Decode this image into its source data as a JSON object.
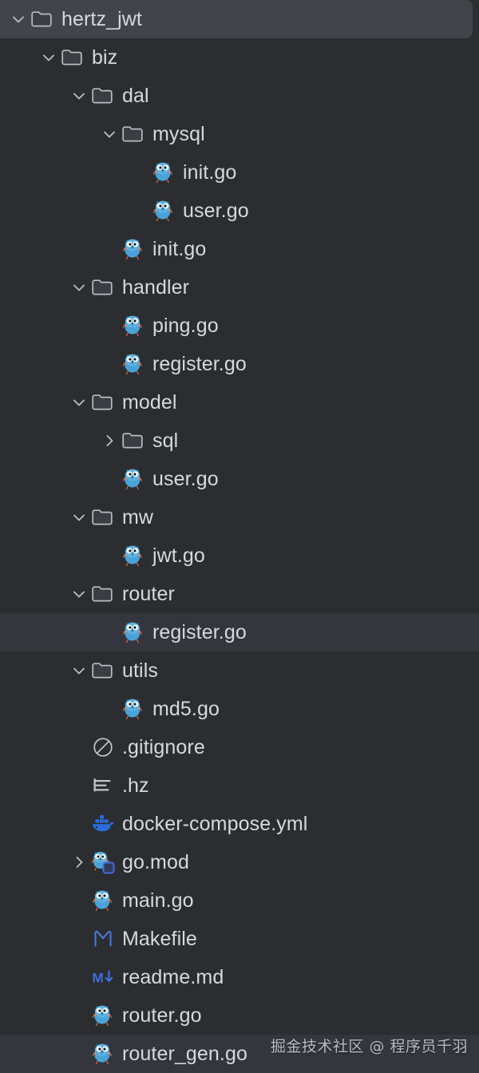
{
  "theme": {
    "background": "#2b2d30",
    "row_selected_top": "#43444b",
    "row_selected": "#34353d",
    "text": "#d6d9de",
    "folder_outline": "#b9bcc2",
    "gopher_blue": "#4aa3d8",
    "docker_blue": "#2b6cdf",
    "markdown_blue": "#3f6fe0",
    "make_blue": "#4a78dd"
  },
  "watermark": "掘金技术社区 @ 程序员千羽",
  "tree": {
    "rows": [
      {
        "label": "hertz_jwt",
        "icon": "folder-icon",
        "chevron": "expanded",
        "depth": 0,
        "state": "highlighted"
      },
      {
        "label": "biz",
        "icon": "folder-icon",
        "chevron": "expanded",
        "depth": 1,
        "state": "normal"
      },
      {
        "label": "dal",
        "icon": "folder-icon",
        "chevron": "expanded",
        "depth": 2,
        "state": "normal"
      },
      {
        "label": "mysql",
        "icon": "folder-icon",
        "chevron": "expanded",
        "depth": 3,
        "state": "normal"
      },
      {
        "label": "init.go",
        "icon": "go-file-icon",
        "chevron": "none",
        "depth": 4,
        "state": "normal"
      },
      {
        "label": "user.go",
        "icon": "go-file-icon",
        "chevron": "none",
        "depth": 4,
        "state": "normal"
      },
      {
        "label": "init.go",
        "icon": "go-file-icon",
        "chevron": "none",
        "depth": 3,
        "state": "normal"
      },
      {
        "label": "handler",
        "icon": "folder-icon",
        "chevron": "expanded",
        "depth": 2,
        "state": "normal"
      },
      {
        "label": "ping.go",
        "icon": "go-file-icon",
        "chevron": "none",
        "depth": 3,
        "state": "normal"
      },
      {
        "label": "register.go",
        "icon": "go-file-icon",
        "chevron": "none",
        "depth": 3,
        "state": "normal"
      },
      {
        "label": "model",
        "icon": "folder-icon",
        "chevron": "expanded",
        "depth": 2,
        "state": "normal"
      },
      {
        "label": "sql",
        "icon": "folder-icon",
        "chevron": "collapsed",
        "depth": 3,
        "state": "normal"
      },
      {
        "label": "user.go",
        "icon": "go-file-icon",
        "chevron": "none",
        "depth": 3,
        "state": "normal"
      },
      {
        "label": "mw",
        "icon": "folder-icon",
        "chevron": "expanded",
        "depth": 2,
        "state": "normal"
      },
      {
        "label": "jwt.go",
        "icon": "go-file-icon",
        "chevron": "none",
        "depth": 3,
        "state": "normal"
      },
      {
        "label": "router",
        "icon": "folder-icon",
        "chevron": "expanded",
        "depth": 2,
        "state": "normal"
      },
      {
        "label": "register.go",
        "icon": "go-file-icon",
        "chevron": "none",
        "depth": 3,
        "state": "selected"
      },
      {
        "label": "utils",
        "icon": "folder-icon",
        "chevron": "expanded",
        "depth": 2,
        "state": "normal"
      },
      {
        "label": "md5.go",
        "icon": "go-file-icon",
        "chevron": "none",
        "depth": 3,
        "state": "normal"
      },
      {
        "label": ".gitignore",
        "icon": "gitignore-icon",
        "chevron": "none",
        "depth": 2,
        "state": "normal"
      },
      {
        "label": ".hz",
        "icon": "lines-file-icon",
        "chevron": "none",
        "depth": 2,
        "state": "normal"
      },
      {
        "label": "docker-compose.yml",
        "icon": "docker-icon",
        "chevron": "none",
        "depth": 2,
        "state": "normal"
      },
      {
        "label": "go.mod",
        "icon": "go-module-icon",
        "chevron": "collapsed",
        "depth": 2,
        "state": "normal"
      },
      {
        "label": "main.go",
        "icon": "go-file-icon",
        "chevron": "none",
        "depth": 2,
        "state": "normal"
      },
      {
        "label": "Makefile",
        "icon": "makefile-icon",
        "chevron": "none",
        "depth": 2,
        "state": "normal"
      },
      {
        "label": "readme.md",
        "icon": "markdown-icon",
        "chevron": "none",
        "depth": 2,
        "state": "normal"
      },
      {
        "label": "router.go",
        "icon": "go-file-icon",
        "chevron": "none",
        "depth": 2,
        "state": "normal"
      },
      {
        "label": "router_gen.go",
        "icon": "go-file-icon",
        "chevron": "none",
        "depth": 2,
        "state": "selected"
      }
    ]
  }
}
